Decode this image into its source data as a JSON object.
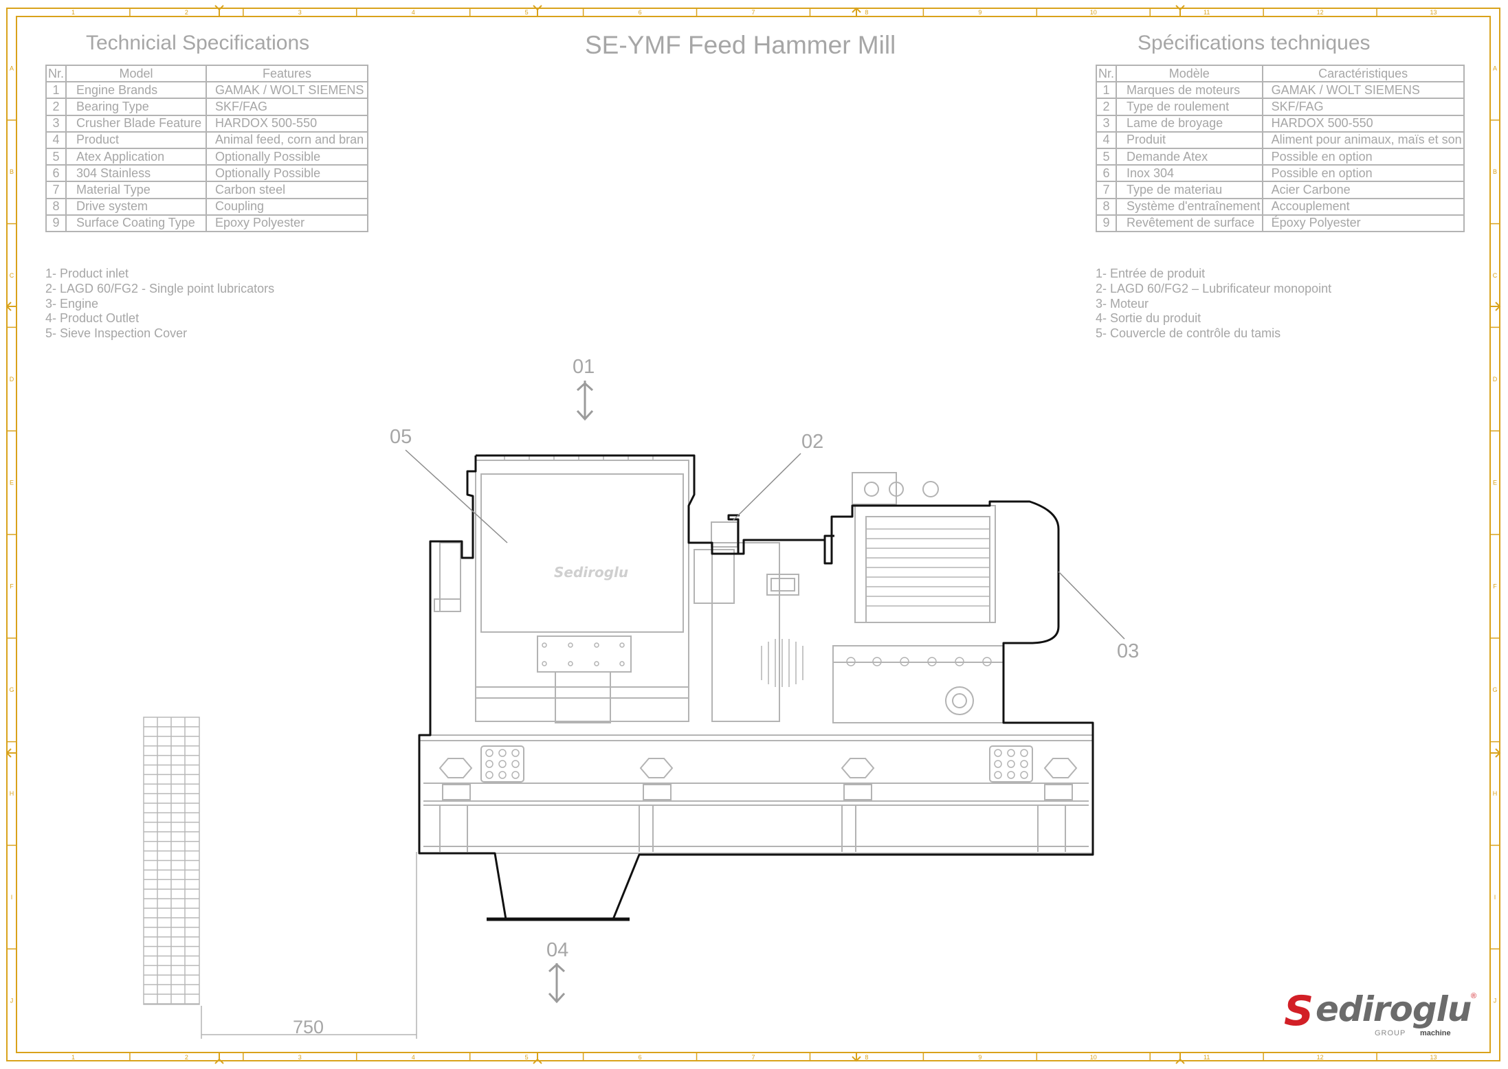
{
  "drawing": {
    "title": "SE-YMF Feed Hammer Mill",
    "brand_color": "#d21f26",
    "frame_color": "#d9a21b",
    "line_color": "#b3b3b3",
    "border_columns": [
      "1",
      "2",
      "3",
      "4",
      "5",
      "6",
      "7",
      "8",
      "9",
      "10",
      "11",
      "12",
      "13"
    ],
    "border_rows": [
      "A",
      "B",
      "C",
      "D",
      "E",
      "F",
      "G",
      "H",
      "I",
      "J"
    ]
  },
  "spec_en": {
    "heading": "Technicial Specifications",
    "col_nr": "Nr.",
    "col_model": "Model",
    "col_features": "Features",
    "rows": [
      {
        "n": "1",
        "model": "Engine Brands",
        "feature": "GAMAK / WOLT SIEMENS"
      },
      {
        "n": "2",
        "model": "Bearing Type",
        "feature": "SKF/FAG"
      },
      {
        "n": "3",
        "model": "Crusher Blade Feature",
        "feature": "HARDOX 500-550"
      },
      {
        "n": "4",
        "model": "Product",
        "feature": "Animal feed, corn and bran"
      },
      {
        "n": "5",
        "model": "Atex Application",
        "feature": "Optionally Possible"
      },
      {
        "n": "6",
        "model": "304 Stainless",
        "feature": "Optionally Possible"
      },
      {
        "n": "7",
        "model": "Material Type",
        "feature": "Carbon steel"
      },
      {
        "n": "8",
        "model": "Drive system",
        "feature": "Coupling"
      },
      {
        "n": "9",
        "model": "Surface Coating Type",
        "feature": "Epoxy Polyester"
      }
    ],
    "notes": [
      "1- Product inlet",
      "2- LAGD 60/FG2 - Single point lubricators",
      "3- Engine",
      "4- Product Outlet",
      "5- Sieve Inspection Cover"
    ]
  },
  "spec_fr": {
    "heading": "Spécifications techniques",
    "col_nr": "Nr.",
    "col_model": "Modèle",
    "col_features": "Caractéristiques",
    "rows": [
      {
        "n": "1",
        "model": "Marques de moteurs",
        "feature": "GAMAK / WOLT SIEMENS"
      },
      {
        "n": "2",
        "model": "Type de roulement",
        "feature": "SKF/FAG"
      },
      {
        "n": "3",
        "model": "Lame de broyage",
        "feature": "HARDOX 500-550"
      },
      {
        "n": "4",
        "model": "Produit",
        "feature": "Aliment pour animaux, maïs et son"
      },
      {
        "n": "5",
        "model": "Demande Atex",
        "feature": "Possible en option"
      },
      {
        "n": "6",
        "model": "Inox 304",
        "feature": "Possible en option"
      },
      {
        "n": "7",
        "model": "Type de materiau",
        "feature": "Acier Carbone"
      },
      {
        "n": "8",
        "model": "Système d'entraînement",
        "feature": "Accouplement"
      },
      {
        "n": "9",
        "model": "Revêtement de surface",
        "feature": "Époxy Polyester"
      }
    ],
    "notes": [
      "1- Entrée de produit",
      "2- LAGD 60/FG2 – Lubrificateur monopoint",
      "3- Moteur",
      "4- Sortie du produit",
      "5- Couvercle de contrôle du tamis"
    ]
  },
  "callouts": {
    "c01": "01",
    "c02": "02",
    "c03": "03",
    "c04": "04",
    "c05": "05"
  },
  "dimension": {
    "value": "750"
  },
  "machine_badge": "Sediroglu",
  "logo": {
    "initial": "S",
    "word": "ediroglu",
    "registered": "®",
    "group": "GROUP",
    "machine": "machine"
  }
}
